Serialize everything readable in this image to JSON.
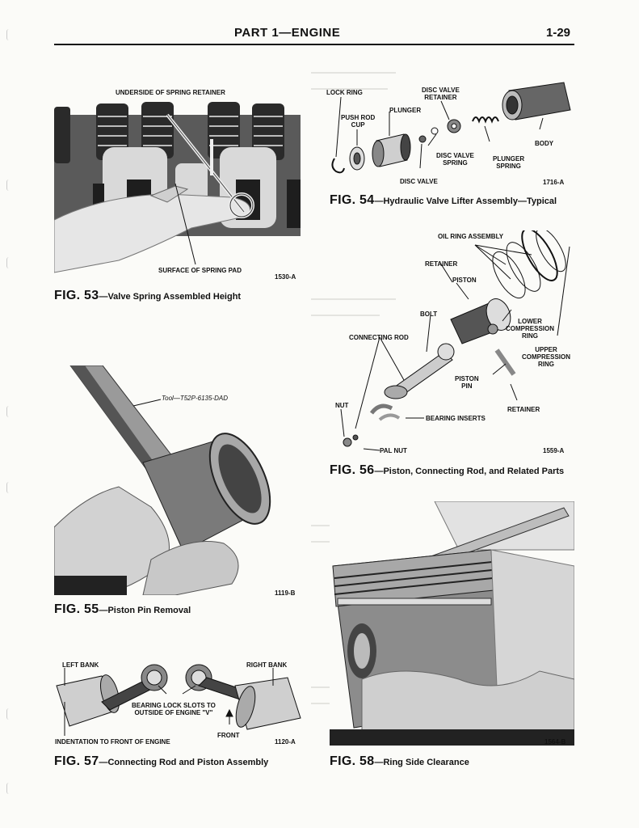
{
  "header": {
    "title": "PART 1—ENGINE",
    "page_number": "1-29"
  },
  "fig53": {
    "caption_fig": "FIG. 53",
    "caption_text": "—Valve Spring Assembled Height",
    "label_top": "UNDERSIDE OF SPRING RETAINER",
    "label_bottom": "SURFACE OF SPRING PAD",
    "code": "1530-A"
  },
  "fig54": {
    "caption_fig": "FIG. 54",
    "caption_text": "—Hydraulic Valve Lifter Assembly—Typical",
    "lock_ring": "LOCK RING",
    "disc_valve_retainer_1": "DISC VALVE",
    "disc_valve_retainer_2": "RETAINER",
    "plunger": "PLUNGER",
    "push_rod_cup_1": "PUSH ROD",
    "push_rod_cup_2": "CUP",
    "body": "BODY",
    "disc_valve_spring_1": "DISC VALVE",
    "disc_valve_spring_2": "SPRING",
    "plunger_spring_1": "PLUNGER",
    "plunger_spring_2": "SPRING",
    "disc_valve": "DISC VALVE",
    "code": "1716-A"
  },
  "fig55": {
    "caption_fig": "FIG. 55",
    "caption_text": "—Piston Pin Removal",
    "tool": "Tool—T52P-6135-DAD",
    "code": "1119-B"
  },
  "fig56": {
    "caption_fig": "FIG. 56",
    "caption_text": "—Piston, Connecting Rod, and Related Parts",
    "oil_ring": "OIL RING ASSEMBLY",
    "retainer_top": "RETAINER",
    "piston": "PISTON",
    "bolt": "BOLT",
    "lower_comp_1": "LOWER",
    "lower_comp_2": "COMPRESSION",
    "lower_comp_3": "RING",
    "connecting_rod": "CONNECTING ROD",
    "upper_comp_1": "UPPER",
    "upper_comp_2": "COMPRESSION",
    "upper_comp_3": "RING",
    "piston_pin_1": "PISTON",
    "piston_pin_2": "PIN",
    "nut": "NUT",
    "retainer_bottom": "RETAINER",
    "bearing_inserts": "BEARING INSERTS",
    "pal_nut": "PAL NUT",
    "code": "1559-A"
  },
  "fig57": {
    "caption_fig": "FIG. 57",
    "caption_text": "—Connecting Rod and Piston Assembly",
    "left_bank": "LEFT BANK",
    "right_bank": "RIGHT BANK",
    "bearing_1": "BEARING LOCK SLOTS TO",
    "bearing_2": "OUTSIDE OF ENGINE \"V\"",
    "front": "FRONT",
    "indentation": "INDENTATION TO FRONT OF ENGINE",
    "code": "1120-A"
  },
  "fig58": {
    "caption_fig": "FIG. 58",
    "caption_text": "—Ring Side Clearance",
    "code": "1564-B"
  },
  "colors": {
    "ink": "#111111",
    "photo_dark": "#2a2a2a",
    "photo_mid": "#8a8a8a",
    "photo_light": "#d9d9d9",
    "paper": "#fbfbf8"
  }
}
